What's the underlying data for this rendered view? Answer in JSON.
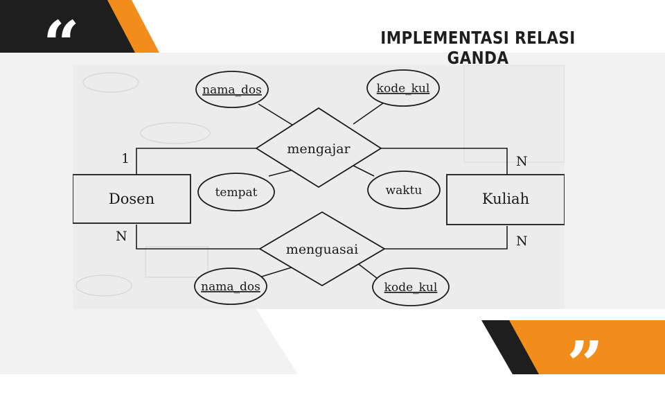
{
  "slide": {
    "title": "IMPLEMENTASI RELASI GANDA",
    "quote_open": "“",
    "quote_close": "”",
    "colors": {
      "orange": "#f28c1a",
      "dark": "#1e1e1e",
      "panel": "#f2f2f2"
    }
  },
  "diagram": {
    "entities": {
      "dosen": "Dosen",
      "kuliah": "Kuliah"
    },
    "relationships": {
      "mengajar": "mengajar",
      "menguasai": "menguasai"
    },
    "attributes": {
      "mengajar_nama_dos": "nama_dos",
      "mengajar_kode_kul": "kode_kul",
      "tempat": "tempat",
      "waktu": "waktu",
      "menguasai_nama_dos": "nama_dos",
      "menguasai_kode_kul": "kode_kul"
    },
    "cardinalities": {
      "mengajar_dosen": "1",
      "mengajar_kuliah": "N",
      "menguasai_dosen": "N",
      "menguasai_kuliah": "N"
    }
  }
}
